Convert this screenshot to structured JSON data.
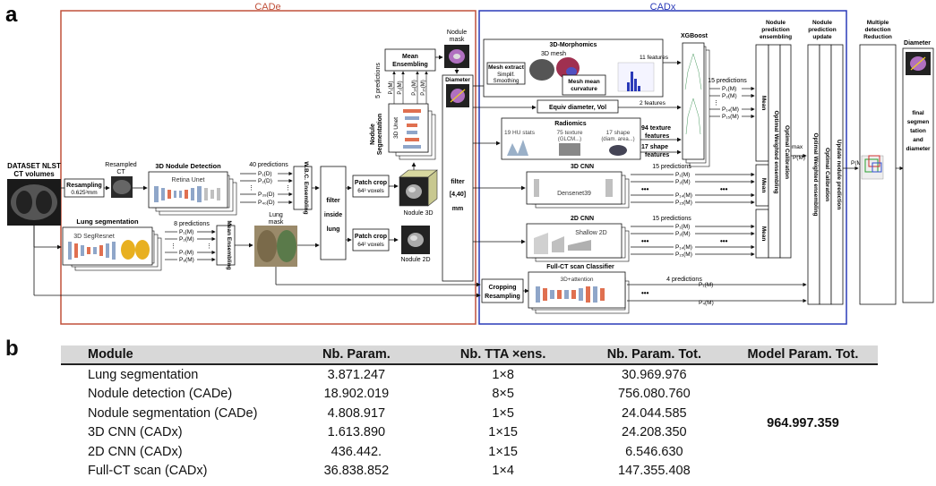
{
  "panel_a": {
    "letter": "a",
    "cade_title": "CADe",
    "cadx_title": "CADx",
    "colors": {
      "cade": "#c0503a",
      "cadx": "#2a3ab8",
      "ink": "#111111"
    },
    "input_label_1": "DATASET NLST",
    "input_label_2": "CT volumes",
    "resampling": "Resampling",
    "resampling_size": "0.625³mm",
    "resampled_ct_1": "Resampled",
    "resampled_ct_2": "CT",
    "nodule_detection_title": "3D Nodule Detection",
    "retina_unet": "Retina Unet",
    "det_predictions": "40 predictions",
    "det_p1": "P₁(D)",
    "det_p2": "P₂(D)",
    "det_p39": "P₃₉(D)",
    "det_p40": "P₄₀(D)",
    "wbc_ensembling": "W.B.C. Ensembling",
    "lung_seg_title": "Lung segmentation",
    "seg_resnet": "3D SegResnet",
    "seg_predictions": "8 predictions",
    "seg_p1": "P₁(M)",
    "seg_p2": "P₂(M)",
    "seg_p7": "P₇(M)",
    "seg_p8": "P₈(M)",
    "mean_ensembling_lung": "Mean Ensembling",
    "lung_mask_1": "Lung",
    "lung_mask_2": "mask",
    "filter_inside_1": "filter",
    "filter_inside_2": "inside",
    "filter_inside_3": "lung",
    "patch_crop": "Patch crop",
    "patch_voxels_3d": "64³ voxels",
    "patch_voxels_2d": "64² voxels",
    "nodule_3d": "Nodule 3D",
    "nodule_2d": "Nodule 2D",
    "nodule_seg_1": "Nodule",
    "nodule_seg_2": "Segmentation",
    "five_predictions": "5 predictions",
    "unet_3d": "3D Unet",
    "mean_ensembling_nodule_1": "Mean",
    "mean_ensembling_nodule_2": "Ensembling",
    "nodule_mask_1": "Nodule",
    "nodule_mask_2": "mask",
    "diameter": "Diameter",
    "filter_range_1": "filter",
    "filter_range_2": "[4,40]",
    "filter_range_3": "mm",
    "morphomics_title": "3D-Morphomics",
    "mesh_3d": "3D mesh",
    "mesh_extract": "Mesh extract",
    "simplif": "Simplif.",
    "smoothing": "Smoothing",
    "mesh_mean_1": "Mesh mean",
    "mesh_mean_2": "curvature",
    "eleven_features": "11 features",
    "equiv_diameter": "Equiv diameter, Vol",
    "two_features": "2 features",
    "radiomics_title": "Radiomics",
    "hu_stats": "19 HU stats",
    "texture_75_1": "75 texture",
    "texture_75_2": "(GLCM...)",
    "shape_17_1": "17 shape",
    "shape_17_2": "(diam. area...)",
    "texture_94_1": "94 texture",
    "texture_94_2": "features",
    "shape_features_1": "17 shape",
    "shape_features_2": "features",
    "xgboost": "XGBoost",
    "xgb_predictions": "15 predictions",
    "cnn3d_title": "3D CNN",
    "densenet": "Densenet39",
    "cnn2d_title": "2D CNN",
    "shallow2d": "Shallow 2D",
    "fullct_title": "Full-CT scan Classifier",
    "attention": "3D+attention",
    "four_predictions": "4 predictions",
    "cropping": "Cropping",
    "resampling2": "Resampling",
    "p1m": "P₁(M)",
    "p2m": "P₂(M)",
    "p14m": "P₁₄(M)",
    "p15m": "P₁₅(M)",
    "p4m": "P₄(M)",
    "mean": "Mean",
    "optimal_weighted": "Optimal Weighted ensembling",
    "optimal_calibration": "Optimal Calibration",
    "nodule_pred_ens_1": "Nodule",
    "nodule_pred_ens_2": "prediction",
    "nodule_pred_ens_3": "ensembling",
    "max_label": "max",
    "pm_label": "P(M)",
    "nodule_pred_update_1": "Nodule",
    "nodule_pred_update_2": "prediction",
    "nodule_pred_update_3": "update",
    "update_nodule_prediction": "Update nodule prediction",
    "multi_det_1": "Multiple",
    "multi_det_2": "detection",
    "multi_det_3": "Reduction",
    "diameter_out": "Diameter",
    "final_1": "final",
    "final_2": "segmen",
    "final_3": "tation",
    "final_4": "and",
    "final_5": "diameter"
  },
  "panel_b": {
    "letter": "b",
    "headers": [
      "Module",
      "Nb. Param.",
      "Nb. TTA ×ens.",
      "Nb. Param. Tot.",
      "Model Param. Tot."
    ],
    "rows": [
      [
        "Lung segmentation",
        "3.871.247",
        "1×8",
        "30.969.976"
      ],
      [
        "Nodule detection (CADe)",
        "18.902.019",
        "8×5",
        "756.080.760"
      ],
      [
        "Nodule segmentation (CADe)",
        "4.808.917",
        "1×5",
        "24.044.585"
      ],
      [
        "3D CNN (CADx)",
        "1.613.890",
        "1×15",
        "24.208.350"
      ],
      [
        "2D CNN (CADx)",
        "436.442.",
        "1×15",
        "6.546.630"
      ],
      [
        "Full-CT scan (CADx)",
        "36.838.852",
        "1×4",
        "147.355.408"
      ]
    ],
    "model_total": "964.997.359"
  }
}
